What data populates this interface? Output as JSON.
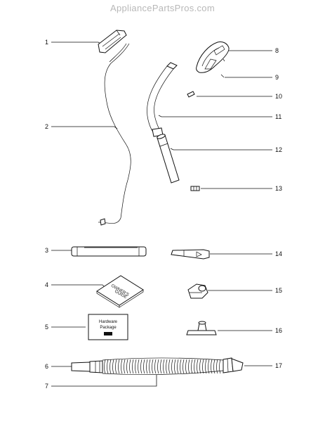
{
  "watermark": "AppliancePartsPros.com",
  "callouts": {
    "c1": "1",
    "c2": "2",
    "c3": "3",
    "c4": "4",
    "c5": "5",
    "c6": "6",
    "c7": "7",
    "c8": "8",
    "c9": "9",
    "c10": "10",
    "c11": "11",
    "c12": "12",
    "c13": "13",
    "c14": "14",
    "c15": "15",
    "c16": "16",
    "c17": "17"
  },
  "labels": {
    "owners_guide_line1": "OWNER'S",
    "owners_guide_line2": "GUIDE",
    "hardware_line1": "Hardware",
    "hardware_line2": "Package"
  }
}
